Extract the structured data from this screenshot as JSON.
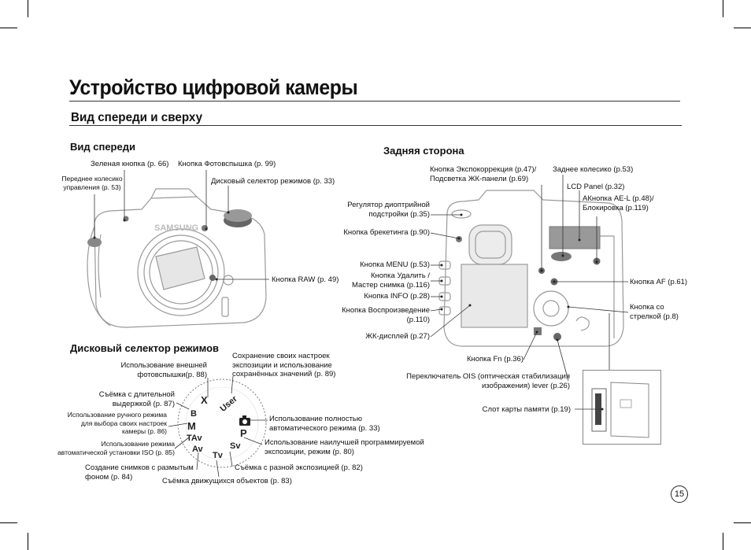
{
  "page_title": "Устройство цифровой камеры",
  "subtitle": "Вид спереди и сверху",
  "page_number": "15",
  "front": {
    "heading": "Вид спереди",
    "brand": "SAMSUNG",
    "labels": {
      "green_button": "Зеленая кнопка (p. 66)",
      "flash_button": "Кнопка Фотовспышка (p. 99)",
      "front_dial_1": "Переднее колесико",
      "front_dial_2": "управления (p. 53)",
      "mode_dial": "Дисковый селектор режимов (p. 33)",
      "raw_button": "Кнопка RAW (p. 49)"
    }
  },
  "rear": {
    "heading": "Задняя сторона",
    "labels": {
      "exposure_1": "Кнопка Экспокоррекция (p.47)/",
      "exposure_2": "Подсветка ЖК-панели (p.69)",
      "rear_dial": "Заднее колесико (p.53)",
      "lcd_panel": "LCD Panel (p.32)",
      "ael_1": "АКнопка AE-L (p.48)/",
      "ael_2": "Блокировка (p.119)",
      "diopter_1": "Регулятор диоптрийной",
      "diopter_2": "подстройки (p.35)",
      "bracket": "Кнопка брекетинга (p.90)",
      "menu": "Кнопка MENU (p.53)",
      "delete_1": "Кнопка Удалить /",
      "delete_2": "Мастер снимка (p.116)",
      "info": "Кнопка INFO (p.28)",
      "playback_1": "Кнопка Воспроизведение",
      "playback_2": "(p.110)",
      "lcd": "ЖК-дисплей (p.27)",
      "af": "Кнопка AF (p.61)",
      "arrow_1": "Кнопка со",
      "arrow_2": "стрелкой (p.8)",
      "fn": "Кнопка Fn (p.36)",
      "ois_1": "Переключатель OIS (оптическая стабилизация",
      "ois_2": "изображения) lever (p.26)",
      "card_slot": "Слот карты памяти (p.19)"
    }
  },
  "mode_dial": {
    "heading": "Дисковый селектор режимов",
    "dial_marks": [
      "X",
      "B",
      "M",
      "TAv",
      "Av",
      "Tv",
      "Sv",
      "P",
      "User"
    ],
    "labels": {
      "flash_1": "Использование внешней",
      "flash_2": "фотовспышки(p. 88)",
      "user_1": "Сохранение своих настроек",
      "user_2": "экспозиции и использование",
      "user_3": "сохранённых значений (p. 89)",
      "bulb_1": "Съёмка с длительной",
      "bulb_2": "выдержкой (p. 87)",
      "manual_1": "Использование ручного режима",
      "manual_2": "для выбора своих настроек",
      "manual_3": "камеры (p. 86)",
      "tav_1": "Использование режима",
      "tav_2": "автоматической установки ISO (p. 85)",
      "av_1": "Создание снимков с размытым",
      "av_2": "фоном (p. 84)",
      "tv": "Съёмка движущихся объектов (p. 83)",
      "sv": "Съёмка с разной экспозицией (p. 82)",
      "p_1": "Использование наилучшей программируемой",
      "p_2": "экспозиции, режим (p. 80)",
      "auto_1": "Использование полностью",
      "auto_2": "автоматического режима (p. 33)"
    }
  }
}
